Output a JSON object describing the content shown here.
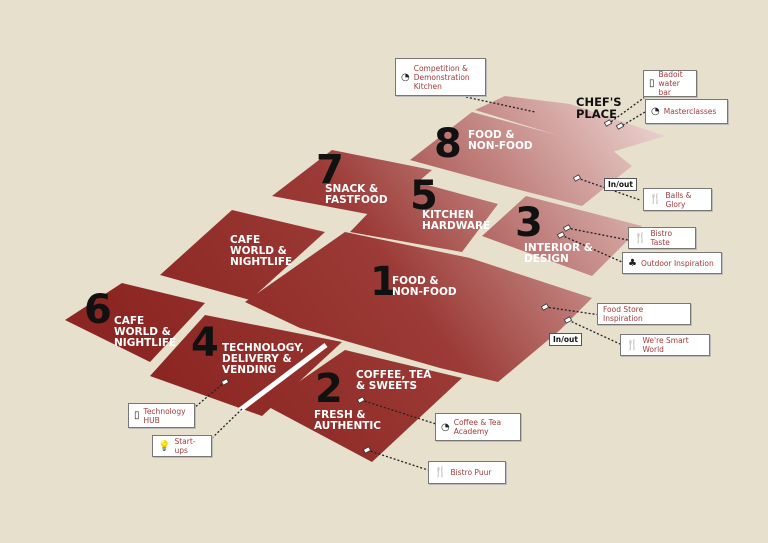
{
  "halls": [
    {
      "number": "8",
      "label": "FOOD &\nNON-FOOD"
    },
    {
      "number": "7",
      "label": "SNACK &\nFASTFOOD"
    },
    {
      "number": "5",
      "label": "KITCHEN\nHARDWARE"
    },
    {
      "number": "3",
      "label": "INTERIOR &\nDESIGN"
    },
    {
      "number": "1",
      "label": "FOOD &\nNON-FOOD"
    },
    {
      "number": "6",
      "label": "CAFE\nWORLD &\nNIGHTLIFE"
    },
    {
      "number": "4",
      "label": "TECHNOLOGY,\nDELIVERY &\nVENDING"
    },
    {
      "number": "2",
      "label": "COFFEE, TEA\n& SWEETS"
    }
  ],
  "areas": {
    "chefs_place": "CHEF'S\nPLACE",
    "cafe_world": "CAFE\nWORLD &\nNIGHTLIFE",
    "fresh": "FRESH &\nAUTHENTIC"
  },
  "labels": {
    "competition": "Competition &\nDemonstration\nKitchen",
    "badoit": "Badoit\nwater bar",
    "masterclasses": "Masterclasses",
    "balls": "Balls & Glory",
    "bistro_taste": "Bistro Taste",
    "outdoor": "Outdoor Inspiration",
    "food_store": "Food Store Inspiration",
    "smart_world": "We're Smart World",
    "tech_hub": "Technology\nHUB",
    "startups": "Start-ups",
    "coffee_academy": "Coffee & Tea\nAcademy",
    "bistro_puur": "Bistro Puur",
    "inout": "In/out"
  },
  "colors": {
    "background": "#e6e0cd",
    "hall_dark": "#8c2622",
    "hall_light": "#e9cdca",
    "label_text": "#a33a3a"
  }
}
